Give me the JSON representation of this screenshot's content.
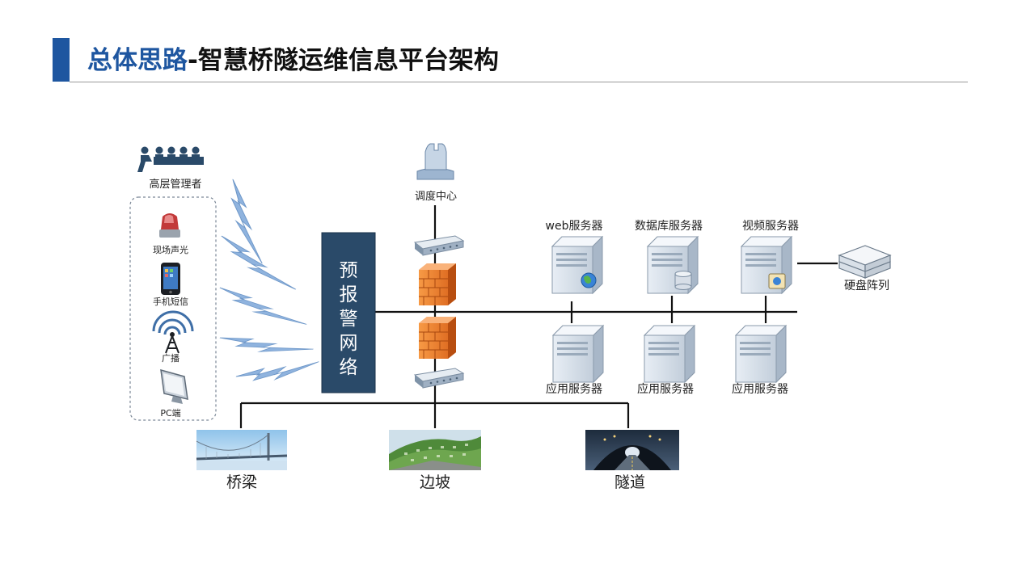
{
  "title": {
    "main": "总体思路",
    "sub": "-智慧桥隧运维信息平台架构"
  },
  "colors": {
    "accent": "#1e56a0",
    "network_box": "#2a4a69",
    "lightning": "#8fb3de",
    "firewall": "#f0802a"
  },
  "diagram": {
    "management_label": "高层管理者",
    "devices": [
      {
        "label": "现场声光",
        "icon": "alarm-light-icon"
      },
      {
        "label": "手机短信",
        "icon": "mobile-phone-icon"
      },
      {
        "label": "广播",
        "icon": "broadcast-tower-icon"
      },
      {
        "label": "PC端",
        "icon": "pc-monitor-icon"
      }
    ],
    "dispatch_label": "调度中心",
    "network_label": "预报警网络",
    "servers_top": [
      {
        "label": "web服务器",
        "icon": "globe-icon"
      },
      {
        "label": "数据库服务器",
        "icon": "database-icon"
      },
      {
        "label": "视频服务器",
        "icon": "video-icon"
      }
    ],
    "servers_bottom": [
      {
        "label": "应用服务器"
      },
      {
        "label": "应用服务器"
      },
      {
        "label": "应用服务器"
      }
    ],
    "storage_label": "硬盘阵列",
    "sites": [
      {
        "label": "桥梁",
        "icon": "bridge-photo"
      },
      {
        "label": "边坡",
        "icon": "slope-photo"
      },
      {
        "label": "隧道",
        "icon": "tunnel-photo"
      }
    ]
  }
}
